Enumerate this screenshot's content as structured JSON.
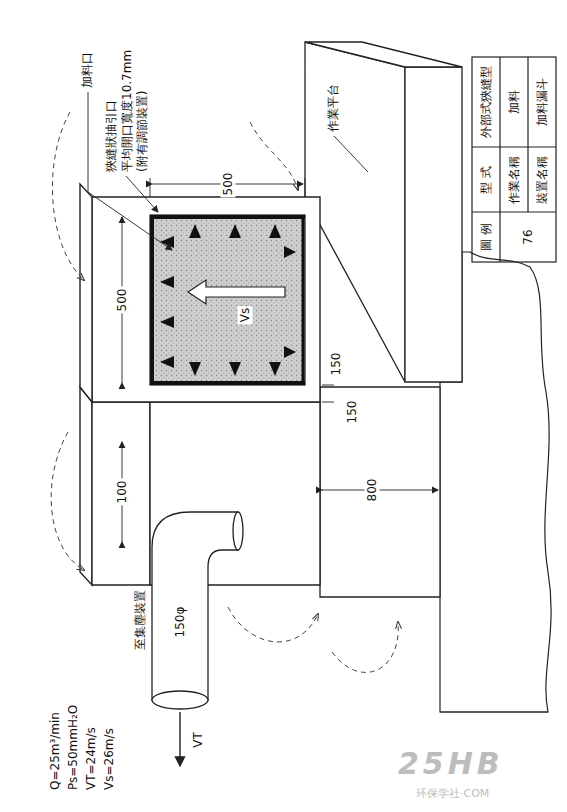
{
  "diagram": {
    "labels": [
      "加料口",
      "狹縫狀抽引口 平均開口寬度10.7mm (附有調節裝置)",
      "作業平台",
      "500",
      "500",
      "150",
      "150",
      "800",
      "100",
      "150φ",
      "Vs",
      "至集塵裝置",
      "VT",
      "Q=25m³/min",
      "Ps=50mmH₂O",
      "VT=24m/s",
      "Vs=26m/s",
      "圖 例",
      "型 式",
      "外部式狹縫型",
      "76",
      "作業名稱",
      "加料",
      "裝置名稱",
      "加料漏斗",
      "25HB",
      "环保学社·COM"
    ]
  }
}
